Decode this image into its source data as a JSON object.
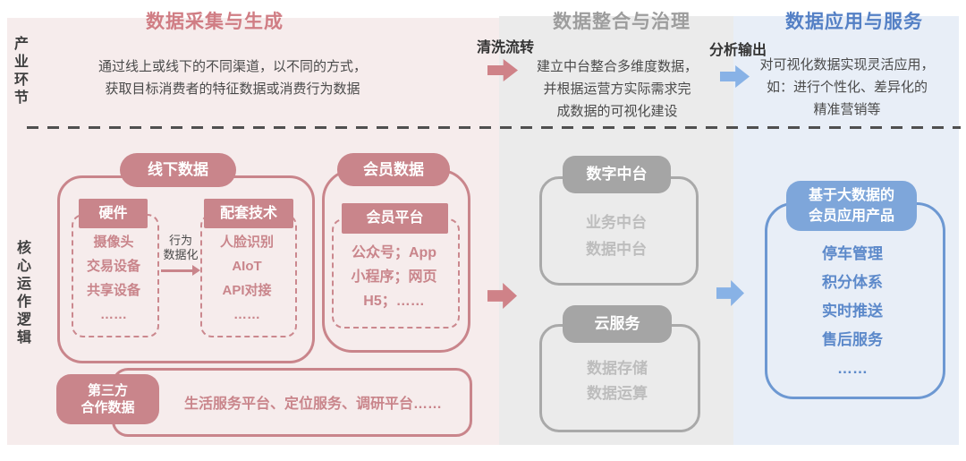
{
  "colors": {
    "pink_accent": "#c9858b",
    "pink_title": "#d07d84",
    "pink_bg": "#f6ecec",
    "gray_accent": "#a5a5a5",
    "gray_title": "#9d9d9d",
    "gray_bg": "#ebebeb",
    "blue_accent": "#6d98d2",
    "blue_title": "#5480c5",
    "blue_bg": "#e8eef7",
    "dark_text": "#3f3f3f"
  },
  "sidebar": {
    "row1_label": "产业环节",
    "row2_label": "核心运作逻辑"
  },
  "stages": [
    {
      "title": "数据采集与生成",
      "description": [
        "通过线上或线下的不同渠道，以不同的方式，",
        "获取目标消费者的特征数据或消费行为数据"
      ]
    },
    {
      "title": "数据整合与治理",
      "description": [
        "建立中台整合多维度数据，",
        "并根据运营方实际需求完",
        "成数据的可视化建设"
      ]
    },
    {
      "title": "数据应用与服务",
      "description": [
        "对可视化数据实现灵活应用，",
        "如：进行个性化、差异化的",
        "精准营销等"
      ]
    }
  ],
  "flows": [
    {
      "label": "清洗流转"
    },
    {
      "label": "分析输出"
    }
  ],
  "offline": {
    "label": "线下数据",
    "hardware": {
      "title": "硬件",
      "items": [
        "摄像头",
        "交易设备",
        "共享设备",
        "……"
      ]
    },
    "behavior_arrow": {
      "line1": "行为",
      "line2": "数据化"
    },
    "tech": {
      "title": "配套技术",
      "items": [
        "人脸识别",
        "AIoT",
        "API对接",
        "……"
      ]
    }
  },
  "member": {
    "label": "会员数据",
    "platform": {
      "title": "会员平台",
      "items": [
        "公众号；App",
        "小程序；网页",
        "H5；……"
      ]
    }
  },
  "third_party": {
    "label_line1": "第三方",
    "label_line2": "合作数据",
    "text": "生活服务平台、定位服务、调研平台……"
  },
  "middle": {
    "digital": {
      "label": "数字中台",
      "items": [
        "业务中台",
        "数据中台"
      ]
    },
    "cloud": {
      "label": "云服务",
      "items": [
        "数据存储",
        "数据运算"
      ]
    }
  },
  "application": {
    "label_line1": "基于大数据的",
    "label_line2": "会员应用产品",
    "items": [
      "停车管理",
      "积分体系",
      "实时推送",
      "售后服务",
      "……"
    ]
  }
}
